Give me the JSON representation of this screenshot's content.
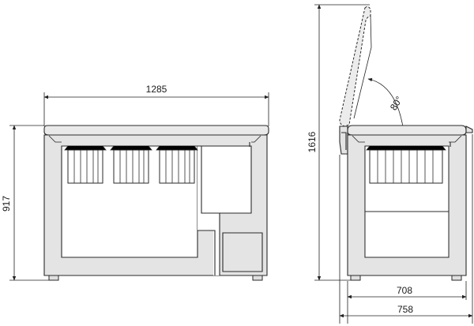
{
  "dimensions": {
    "front_width": "1285",
    "front_height": "917",
    "side_total_height": "1616",
    "side_depth_body": "708",
    "side_depth_total": "758",
    "lid_angle": "80°"
  }
}
